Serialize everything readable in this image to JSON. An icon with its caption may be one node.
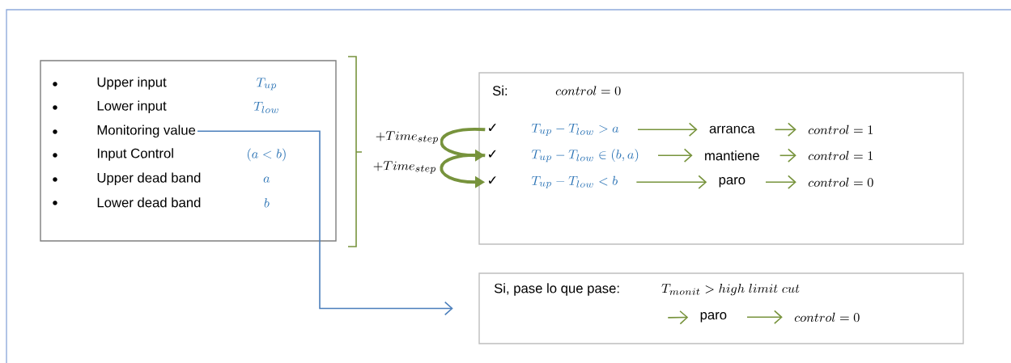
{
  "diagram": {
    "nodes": [
      {
        "text": [],
        "shape": "box"
      },
      {
        "text": [
          "Upper input",
          "T_{up}"
        ],
        "in": 0
      },
      {
        "text": [
          "Lower input",
          "T_{low}"
        ],
        "in": 0
      },
      {
        "text": [
          "Monitoring value"
        ],
        "in": 0
      },
      {
        "text": [
          "Input Control",
          "(a < b)"
        ],
        "in": 0
      },
      {
        "text": [
          "Upper dead band",
          "a"
        ],
        "in": 0
      },
      {
        "text": [
          "Lower dead band",
          "b"
        ],
        "in": 0
      },
      {
        "text": [
          "Si:",
          "control = 0"
        ]
      },
      {
        "text": [
          "✓",
          "T_{up} - T_{low} > a"
        ],
        "in": 7
      },
      {
        "text": [
          "arranca"
        ],
        "in": 7
      },
      {
        "text": [
          "control = 1"
        ],
        "in": 7
      },
      {
        "text": [
          "✓",
          "T_{up} - T_{low} \\in (b, a)"
        ],
        "in": 7
      },
      {
        "text": [
          "mantiene"
        ],
        "in": 7
      },
      {
        "text": [
          "control = 1"
        ],
        "in": 7
      },
      {
        "text": [
          "✓",
          "T_{up} - T_{low} < b"
        ],
        "in": 7
      },
      {
        "text": [
          "paro"
        ],
        "in": 7
      },
      {
        "text": [
          "control = 0"
        ],
        "in": 7
      },
      {
        "text": [
          "Si, pase lo que pase:",
          "T_{monit} > high\\ limit\\ cut"
        ]
      },
      {
        "text": [
          "paro"
        ],
        "in": 17
      },
      {
        "text": [
          "control = 0"
        ],
        "in": 17
      }
    ],
    "edges": [
      {
        "from": 3,
        "to": 17,
        "arrow": "to",
        "color": "#4a7ebb"
      },
      {
        "from": 8,
        "to": 9,
        "arrow": "to"
      },
      {
        "from": 9,
        "to": 10,
        "arrow": "to"
      },
      {
        "from": 11,
        "to": 12,
        "arrow": "to"
      },
      {
        "from": 12,
        "to": 13,
        "arrow": "to"
      },
      {
        "from": 14,
        "to": 15,
        "arrow": "to"
      },
      {
        "from": 15,
        "to": 16,
        "arrow": "to"
      },
      {
        "from": 8,
        "to": 11,
        "arrow": "to",
        "label": "+Time_{step}",
        "style": "thick"
      },
      {
        "from": 11,
        "to": 14,
        "arrow": "to",
        "label": "+Time_{step}",
        "style": "thick"
      },
      {
        "from": null,
        "to": 18,
        "arrow": "to"
      },
      {
        "from": 18,
        "to": 19,
        "arrow": "to"
      }
    ]
  }
}
